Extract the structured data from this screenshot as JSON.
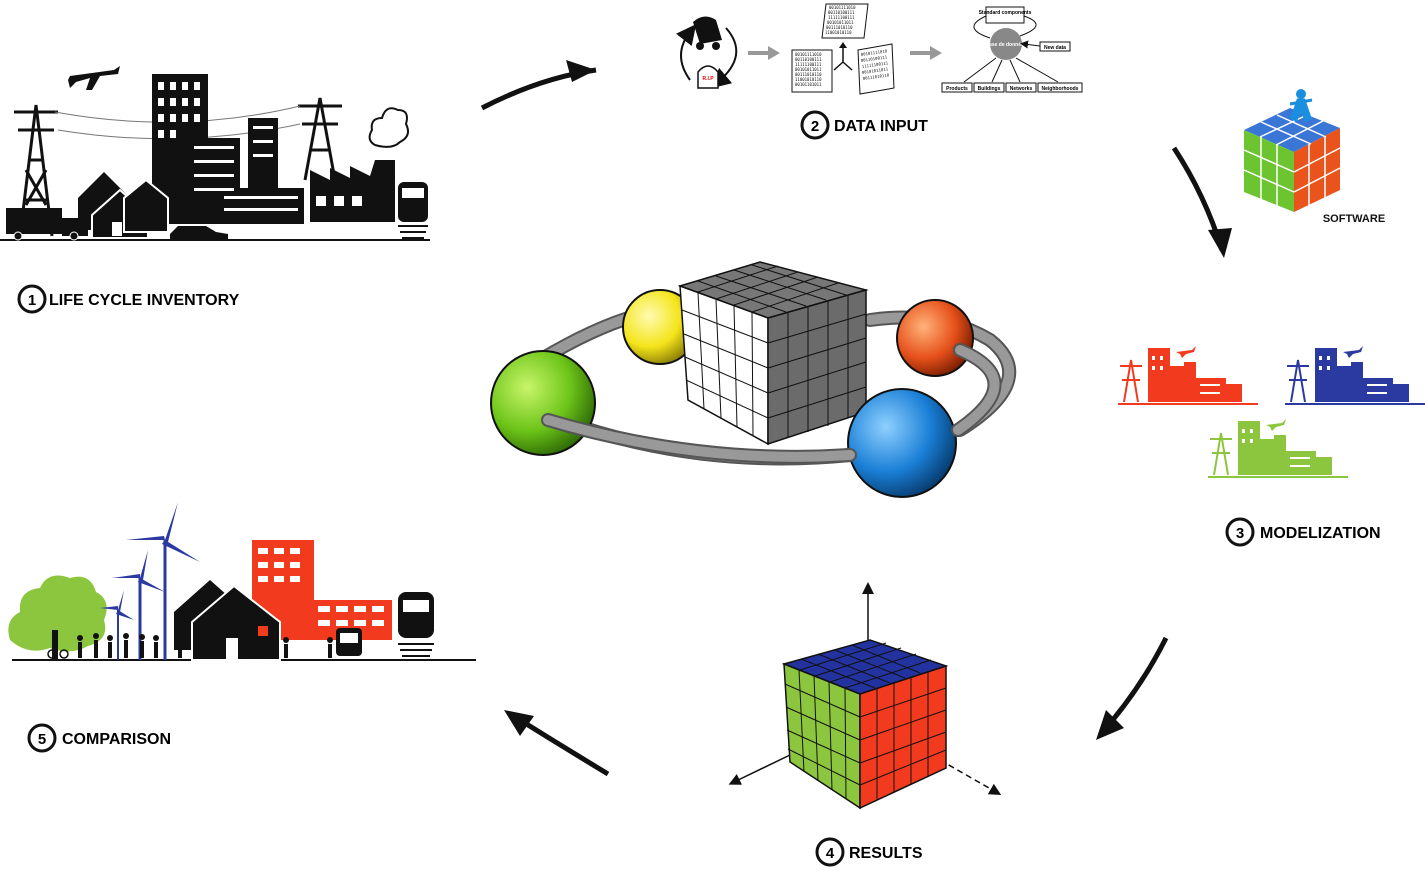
{
  "steps": [
    {
      "number": "1",
      "label": "LIFE CYCLE INVENTORY"
    },
    {
      "number": "2",
      "label": "DATA INPUT"
    },
    {
      "number": "3",
      "label": "MODELIZATION"
    },
    {
      "number": "4",
      "label": "RESULTS"
    },
    {
      "number": "5",
      "label": "COMPARISON"
    }
  ],
  "software_label": "SOFTWARE",
  "database": {
    "center": "Base de données",
    "standard": "Standard components",
    "new_data": "New data",
    "outputs": [
      "Products",
      "Buildings",
      "Networks",
      "Neighborhoods"
    ]
  },
  "rip_label": "R.I.P",
  "binary_lines": [
    "00101111010",
    "00110100111",
    "11111100111",
    "00101011011",
    "00111010110",
    "11001010110",
    "00101101011"
  ],
  "colors": {
    "green": "#7ac41e",
    "yellow": "#f5e71a",
    "orange": "#e8541c",
    "blue": "#1a7fd6",
    "red_city": "#f23a1e",
    "blue_city": "#2b3aa0",
    "green_city": "#8cc63f"
  }
}
